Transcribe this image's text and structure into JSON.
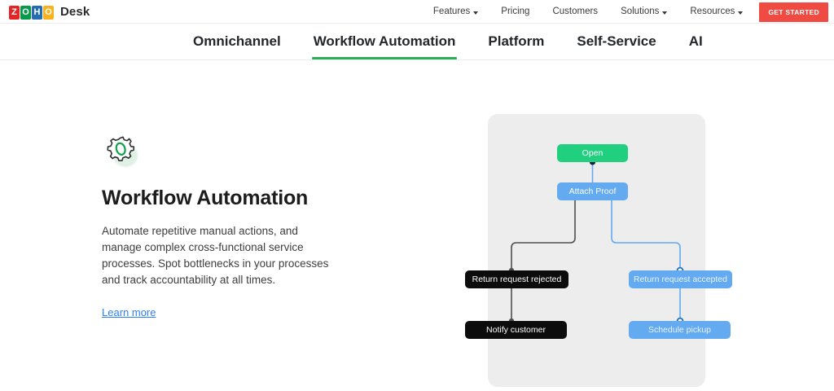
{
  "header": {
    "brand": {
      "logo_letters": [
        "Z",
        "O",
        "H",
        "O"
      ],
      "product": "Desk"
    },
    "nav": [
      {
        "label": "Features",
        "has_caret": true
      },
      {
        "label": "Pricing",
        "has_caret": false
      },
      {
        "label": "Customers",
        "has_caret": false
      },
      {
        "label": "Solutions",
        "has_caret": true
      },
      {
        "label": "Resources",
        "has_caret": true
      }
    ],
    "cta": {
      "label": "GET STARTED",
      "color": "#f04b43"
    }
  },
  "tabs": [
    {
      "label": "Omnichannel",
      "active": false
    },
    {
      "label": "Workflow Automation",
      "active": true
    },
    {
      "label": "Platform",
      "active": false
    },
    {
      "label": "Self-Service",
      "active": false
    },
    {
      "label": "AI",
      "active": false
    }
  ],
  "tab_accent_color": "#2fad56",
  "feature": {
    "icon": "gear-icon",
    "title": "Workflow Automation",
    "description": "Automate repetitive manual actions, and manage complex cross-functional service processes. Spot bottlenecks in your processes and track accountability at all times.",
    "link_label": "Learn more",
    "link_color": "#2d7ff9"
  },
  "diagram": {
    "panel_color": "#ededee",
    "nodes": [
      {
        "id": "open",
        "label": "Open",
        "color": "#20d07f"
      },
      {
        "id": "attach_proof",
        "label": "Attach Proof",
        "color": "#63aaf0"
      },
      {
        "id": "return_rejected",
        "label": "Return request rejected",
        "color": "#0c0c0c"
      },
      {
        "id": "return_accepted",
        "label": "Return request accepted",
        "color": "#63aaf0"
      },
      {
        "id": "notify_customer",
        "label": "Notify customer",
        "color": "#0c0c0c"
      },
      {
        "id": "schedule_pickup",
        "label": "Schedule pickup",
        "color": "#63aaf0"
      }
    ],
    "edges": [
      {
        "from": "open",
        "to": "attach_proof",
        "color": "#63aaf0"
      },
      {
        "from": "attach_proof",
        "to": "return_rejected",
        "color": "#4f4f4f"
      },
      {
        "from": "attach_proof",
        "to": "return_accepted",
        "color": "#63aaf0"
      },
      {
        "from": "return_rejected",
        "to": "notify_customer",
        "color": "#4f4f4f"
      },
      {
        "from": "return_accepted",
        "to": "schedule_pickup",
        "color": "#63aaf0"
      }
    ]
  }
}
